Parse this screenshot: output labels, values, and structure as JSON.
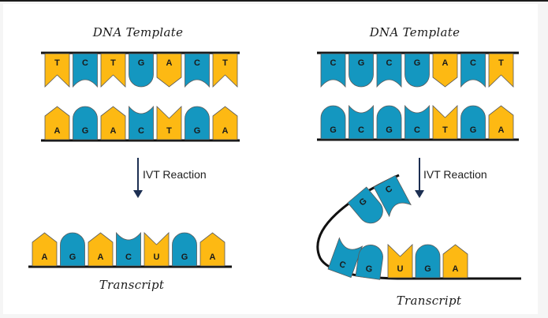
{
  "colors": {
    "purine_pyrimidine_yellow": "#FDB913",
    "blue": "#1497C0",
    "arrow": "#1c2f52",
    "line": "#111111"
  },
  "left_panel": {
    "title": "DNA Template",
    "template_strand": [
      "T",
      "C",
      "T",
      "G",
      "A",
      "C",
      "T"
    ],
    "complement_strand": [
      "A",
      "G",
      "A",
      "C",
      "T",
      "G",
      "A"
    ],
    "reaction_label": "IVT Reaction",
    "transcript": [
      "A",
      "G",
      "A",
      "C",
      "U",
      "G",
      "A"
    ],
    "transcript_label": "Transcript"
  },
  "right_panel": {
    "title": "DNA Template",
    "template_strand": [
      "C",
      "G",
      "C",
      "G",
      "A",
      "C",
      "T"
    ],
    "complement_strand": [
      "G",
      "C",
      "G",
      "C",
      "T",
      "G",
      "A"
    ],
    "reaction_label": "IVT Reaction",
    "transcript_curved": [
      "C",
      "G",
      "C",
      "G",
      "U",
      "G",
      "A"
    ],
    "transcript_label": "Transcript"
  },
  "base_colors": {
    "A": "yellow",
    "T": "yellow",
    "U": "yellow",
    "G": "blue",
    "C": "blue"
  }
}
